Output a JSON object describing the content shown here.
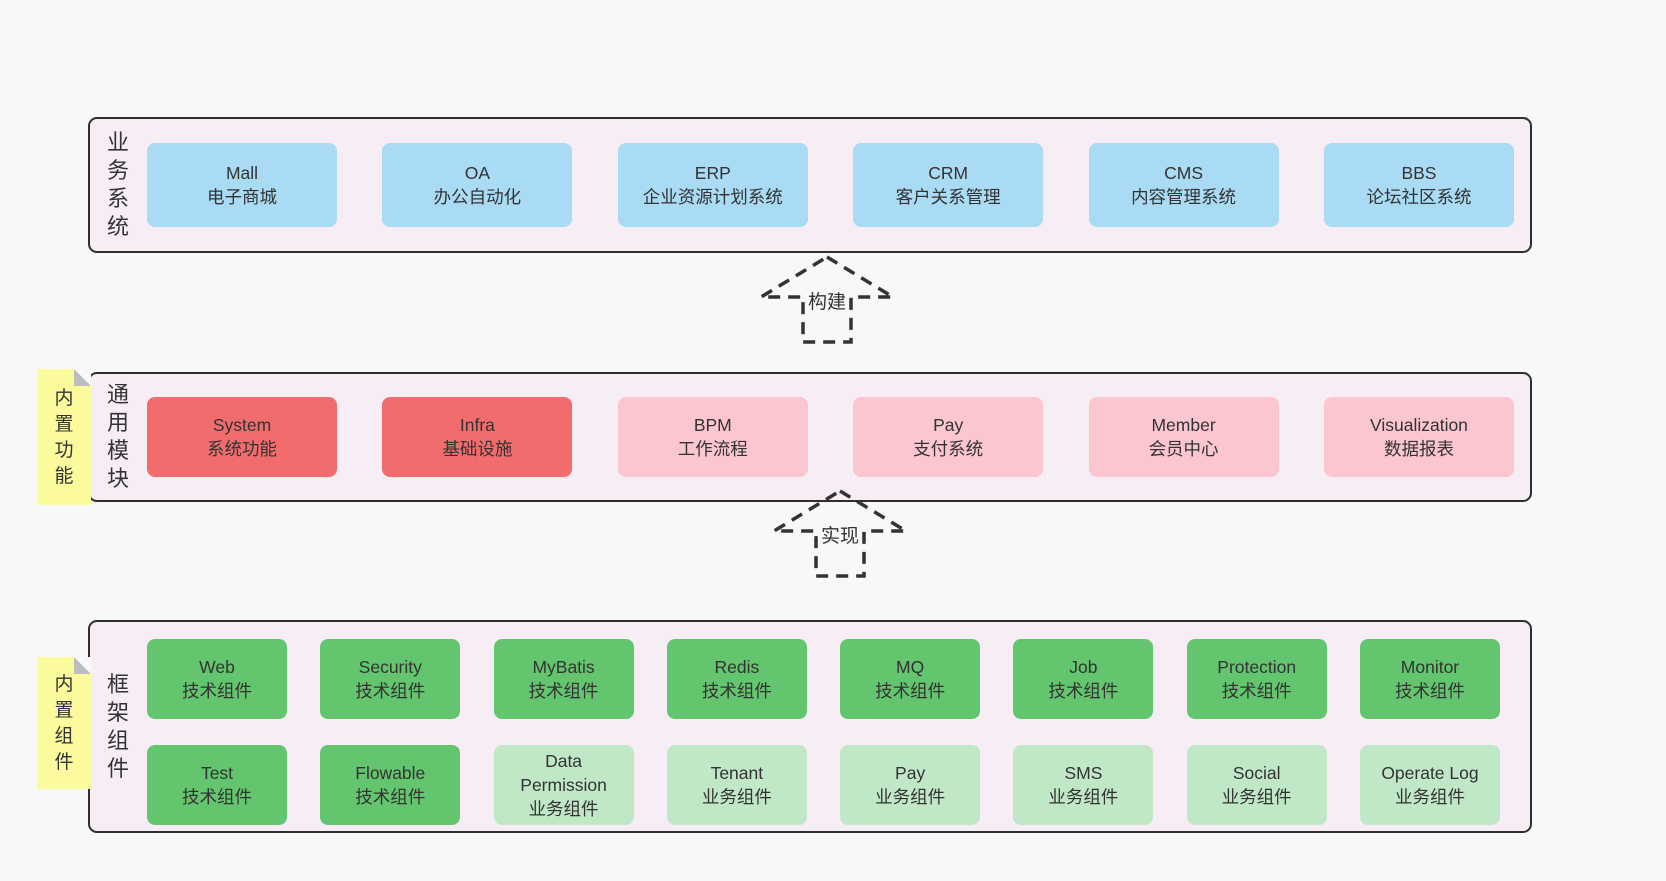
{
  "colors": {
    "page_bg": "#f8f8f8",
    "container_bg": "#f7edf5",
    "container_border": "#2f2f2f",
    "box_blue": "#a9dbf4",
    "box_red": "#f16c6c",
    "box_pink": "#fbc6d0",
    "box_green": "#63c56d",
    "box_light_green": "#c1e8c6",
    "sticky_yellow": "#fbfb9e",
    "sticky_fold_gray": "#bdbdbd",
    "text": "#333333"
  },
  "arrows": [
    {
      "label": "构建"
    },
    {
      "label": "实现"
    }
  ],
  "layers": [
    {
      "label": "业务系统",
      "boxes": [
        {
          "name": "Mall",
          "desc": "电子商城"
        },
        {
          "name": "OA",
          "desc": "办公自动化"
        },
        {
          "name": "ERP",
          "desc": "企业资源计划系统"
        },
        {
          "name": "CRM",
          "desc": "客户关系管理"
        },
        {
          "name": "CMS",
          "desc": "内容管理系统"
        },
        {
          "name": "BBS",
          "desc": "论坛社区系统"
        }
      ]
    },
    {
      "label": "通用模块",
      "sticky": "内置功能",
      "boxes": [
        {
          "name": "System",
          "desc": "系统功能"
        },
        {
          "name": "Infra",
          "desc": "基础设施"
        },
        {
          "name": "BPM",
          "desc": "工作流程"
        },
        {
          "name": "Pay",
          "desc": "支付系统"
        },
        {
          "name": "Member",
          "desc": "会员中心"
        },
        {
          "name": "Visualization",
          "desc": "数据报表"
        }
      ]
    },
    {
      "label": "框架组件",
      "sticky": "内置组件",
      "rows": [
        [
          {
            "name": "Web",
            "desc": "技术组件"
          },
          {
            "name": "Security",
            "desc": "技术组件"
          },
          {
            "name": "MyBatis",
            "desc": "技术组件"
          },
          {
            "name": "Redis",
            "desc": "技术组件"
          },
          {
            "name": "MQ",
            "desc": "技术组件"
          },
          {
            "name": "Job",
            "desc": "技术组件"
          },
          {
            "name": "Protection",
            "desc": "技术组件"
          },
          {
            "name": "Monitor",
            "desc": "技术组件"
          }
        ],
        [
          {
            "name": "Test",
            "desc": "技术组件"
          },
          {
            "name": "Flowable",
            "desc": "技术组件"
          },
          {
            "name": "Data Permission",
            "desc": "业务组件"
          },
          {
            "name": "Tenant",
            "desc": "业务组件"
          },
          {
            "name": "Pay",
            "desc": "业务组件"
          },
          {
            "name": "SMS",
            "desc": "业务组件"
          },
          {
            "name": "Social",
            "desc": "业务组件"
          },
          {
            "name": "Operate Log",
            "desc": "业务组件"
          }
        ]
      ]
    }
  ]
}
